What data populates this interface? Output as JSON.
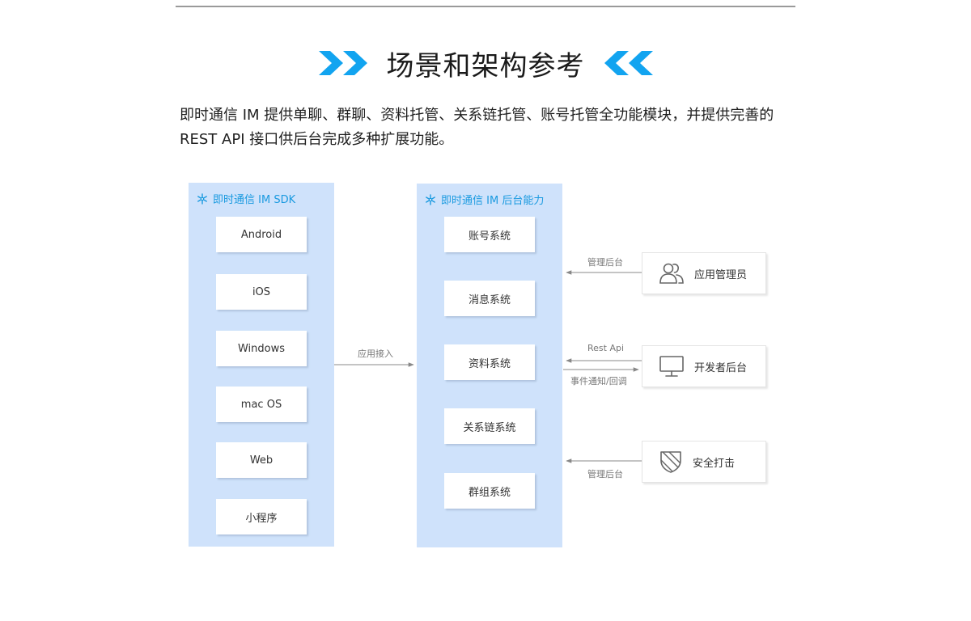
{
  "heading": {
    "title": "场景和架构参考",
    "accent_color": "#12a4f0"
  },
  "intro": {
    "text": "即时通信 IM 提供单聊、群聊、资料托管、关系链托管、账号托管全功能模块，并提供完善的 REST API 接口供后台完成多种扩展功能。"
  },
  "diagram": {
    "panel_color": "#cfe2fb",
    "sdk_panel": {
      "title": "即时通信 IM SDK",
      "items": [
        "Android",
        "iOS",
        "Windows",
        "mac OS",
        "Web",
        "小程序"
      ]
    },
    "backend_panel": {
      "title": "即时通信 IM 后台能力",
      "items": [
        "账号系统",
        "消息系统",
        "资料系统",
        "关系链系统",
        "群组系统"
      ]
    },
    "connection": {
      "label": "应用接入"
    },
    "actors": [
      {
        "name": "应用管理员",
        "icon": "users-icon",
        "links": [
          "管理后台"
        ]
      },
      {
        "name": "开发者后台",
        "icon": "monitor-icon",
        "links": [
          "Rest Api",
          "事件通知/回调"
        ]
      },
      {
        "name": "安全打击",
        "icon": "shield-icon",
        "links": [
          "管理后台"
        ]
      }
    ]
  }
}
